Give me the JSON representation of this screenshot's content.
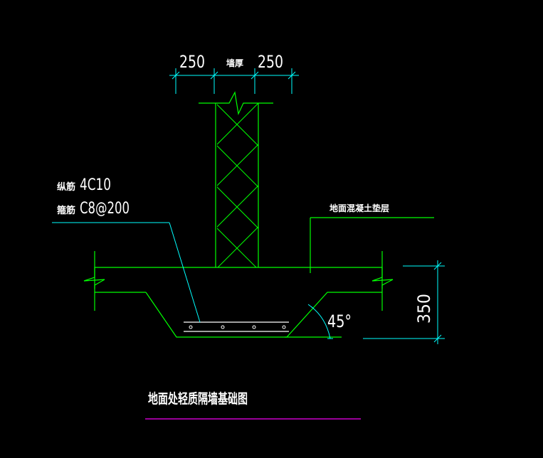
{
  "dimensions": {
    "top_left": "250",
    "top_middle": "墙厚",
    "top_right": "250",
    "height": "350",
    "angle": "45°"
  },
  "labels": {
    "longitudinal_bar_name": "纵筋",
    "longitudinal_bar_value": "4C10",
    "stirrup_name": "箍筋",
    "stirrup_value": "C8@200",
    "slab_layer": "地面混凝土垫层",
    "title": "地面处轻质隔墙基础图"
  },
  "colors": {
    "background": "#000000",
    "structure": "#00ff00",
    "dimension": "#00ffff",
    "text": "#ffffff",
    "title_underline": "#cc00cc"
  }
}
